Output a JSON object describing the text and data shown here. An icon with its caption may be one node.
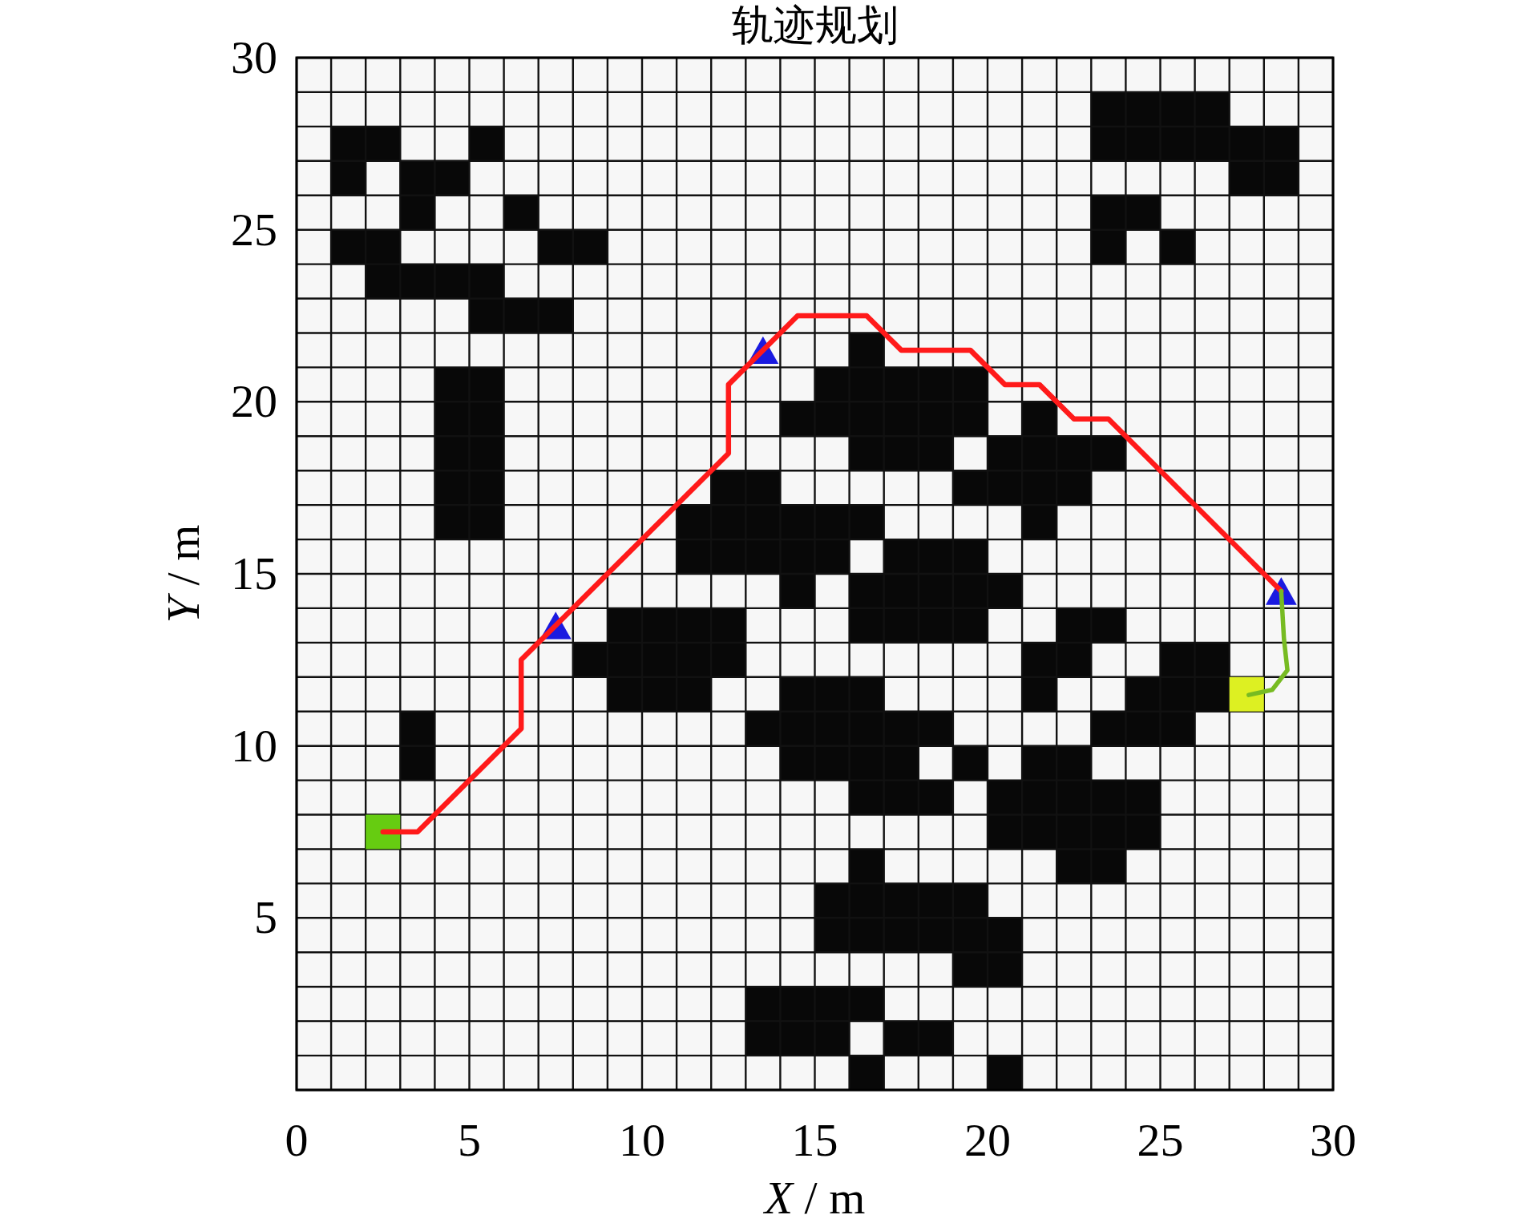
{
  "diagram": {
    "chart_data": {
      "type": "line",
      "title": "轨迹规划",
      "xlabel": "*X* / m",
      "ylabel": "*Y* / m",
      "xlim": [
        0,
        30
      ],
      "ylim": [
        0,
        30
      ],
      "xticks": [
        0,
        5,
        10,
        15,
        20,
        25,
        30
      ],
      "yticks": [
        5,
        10,
        15,
        20,
        25,
        30
      ],
      "grid": true,
      "series": [
        {
          "color": "#ff1a1a",
          "x": [
            2.5,
            3.5,
            6.5,
            6.5,
            12.5,
            12.5,
            14.5,
            16.5,
            17.5,
            19.5,
            20.5,
            21.5,
            22.5,
            23.5,
            28.5
          ],
          "values": [
            7.5,
            7.5,
            10.5,
            12.5,
            18.5,
            20.5,
            22.5,
            22.5,
            21.5,
            21.5,
            20.5,
            20.5,
            19.5,
            19.5,
            14.5
          ]
        },
        {
          "color": "#77bb22",
          "x": [
            28.5,
            28.58,
            28.68,
            28.24,
            27.56
          ],
          "values": [
            14.5,
            13.1,
            12.2,
            11.63,
            11.48
          ]
        },
        {
          "color": "#66cc11",
          "x": [
            2.5
          ],
          "values": [
            7.5
          ],
          "marker": "square"
        },
        {
          "color": "#ddf022",
          "x": [
            27.5
          ],
          "values": [
            11.5
          ],
          "marker": "square"
        },
        {
          "color": "#1a1ae0",
          "x": [
            7.5
          ],
          "values": [
            13.5
          ],
          "marker": "triangle"
        },
        {
          "color": "#1a1ae0",
          "x": [
            13.5
          ],
          "values": [
            21.5
          ],
          "marker": "triangle"
        },
        {
          "color": "#1a1ae0",
          "x": [
            28.5
          ],
          "values": [
            14.5
          ],
          "marker": "triangle"
        }
      ]
    }
  }
}
